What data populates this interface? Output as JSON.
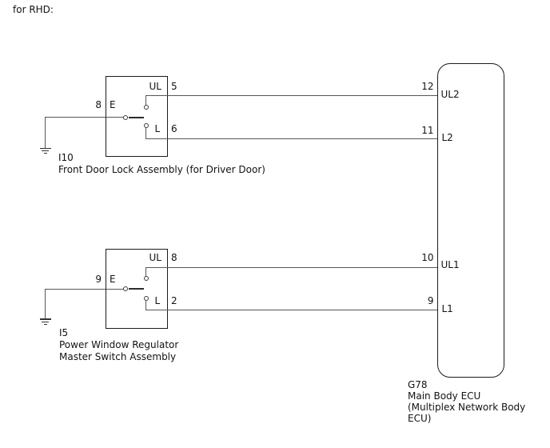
{
  "title": "for RHD:",
  "diagram": {
    "door_lock": {
      "code": "I10",
      "caption": "Front Door Lock Assembly (for Driver Door)",
      "pin_e_num": "8",
      "pin_e_name": "E",
      "pin_ul_name": "UL",
      "pin_ul_num": "5",
      "pin_l_name": "L",
      "pin_l_num": "6"
    },
    "master_switch": {
      "code": "I5",
      "caption_line1": "Power Window Regulator",
      "caption_line2": "Master Switch Assembly",
      "pin_e_num": "9",
      "pin_e_name": "E",
      "pin_ul_name": "UL",
      "pin_ul_num": "8",
      "pin_l_name": "L",
      "pin_l_num": "2"
    },
    "ecu": {
      "code": "G78",
      "caption_line1": "Main Body ECU",
      "caption_line2": "(Multiplex Network Body",
      "caption_line3": "ECU)",
      "pin_ul2_num": "12",
      "pin_ul2_name": "UL2",
      "pin_l2_num": "11",
      "pin_l2_name": "L2",
      "pin_ul1_num": "10",
      "pin_ul1_name": "UL1",
      "pin_l1_num": "9",
      "pin_l1_name": "L1"
    },
    "colors": {
      "wire": "#57575a",
      "outline": "#1b1b1b",
      "background": "#ffffff"
    }
  }
}
